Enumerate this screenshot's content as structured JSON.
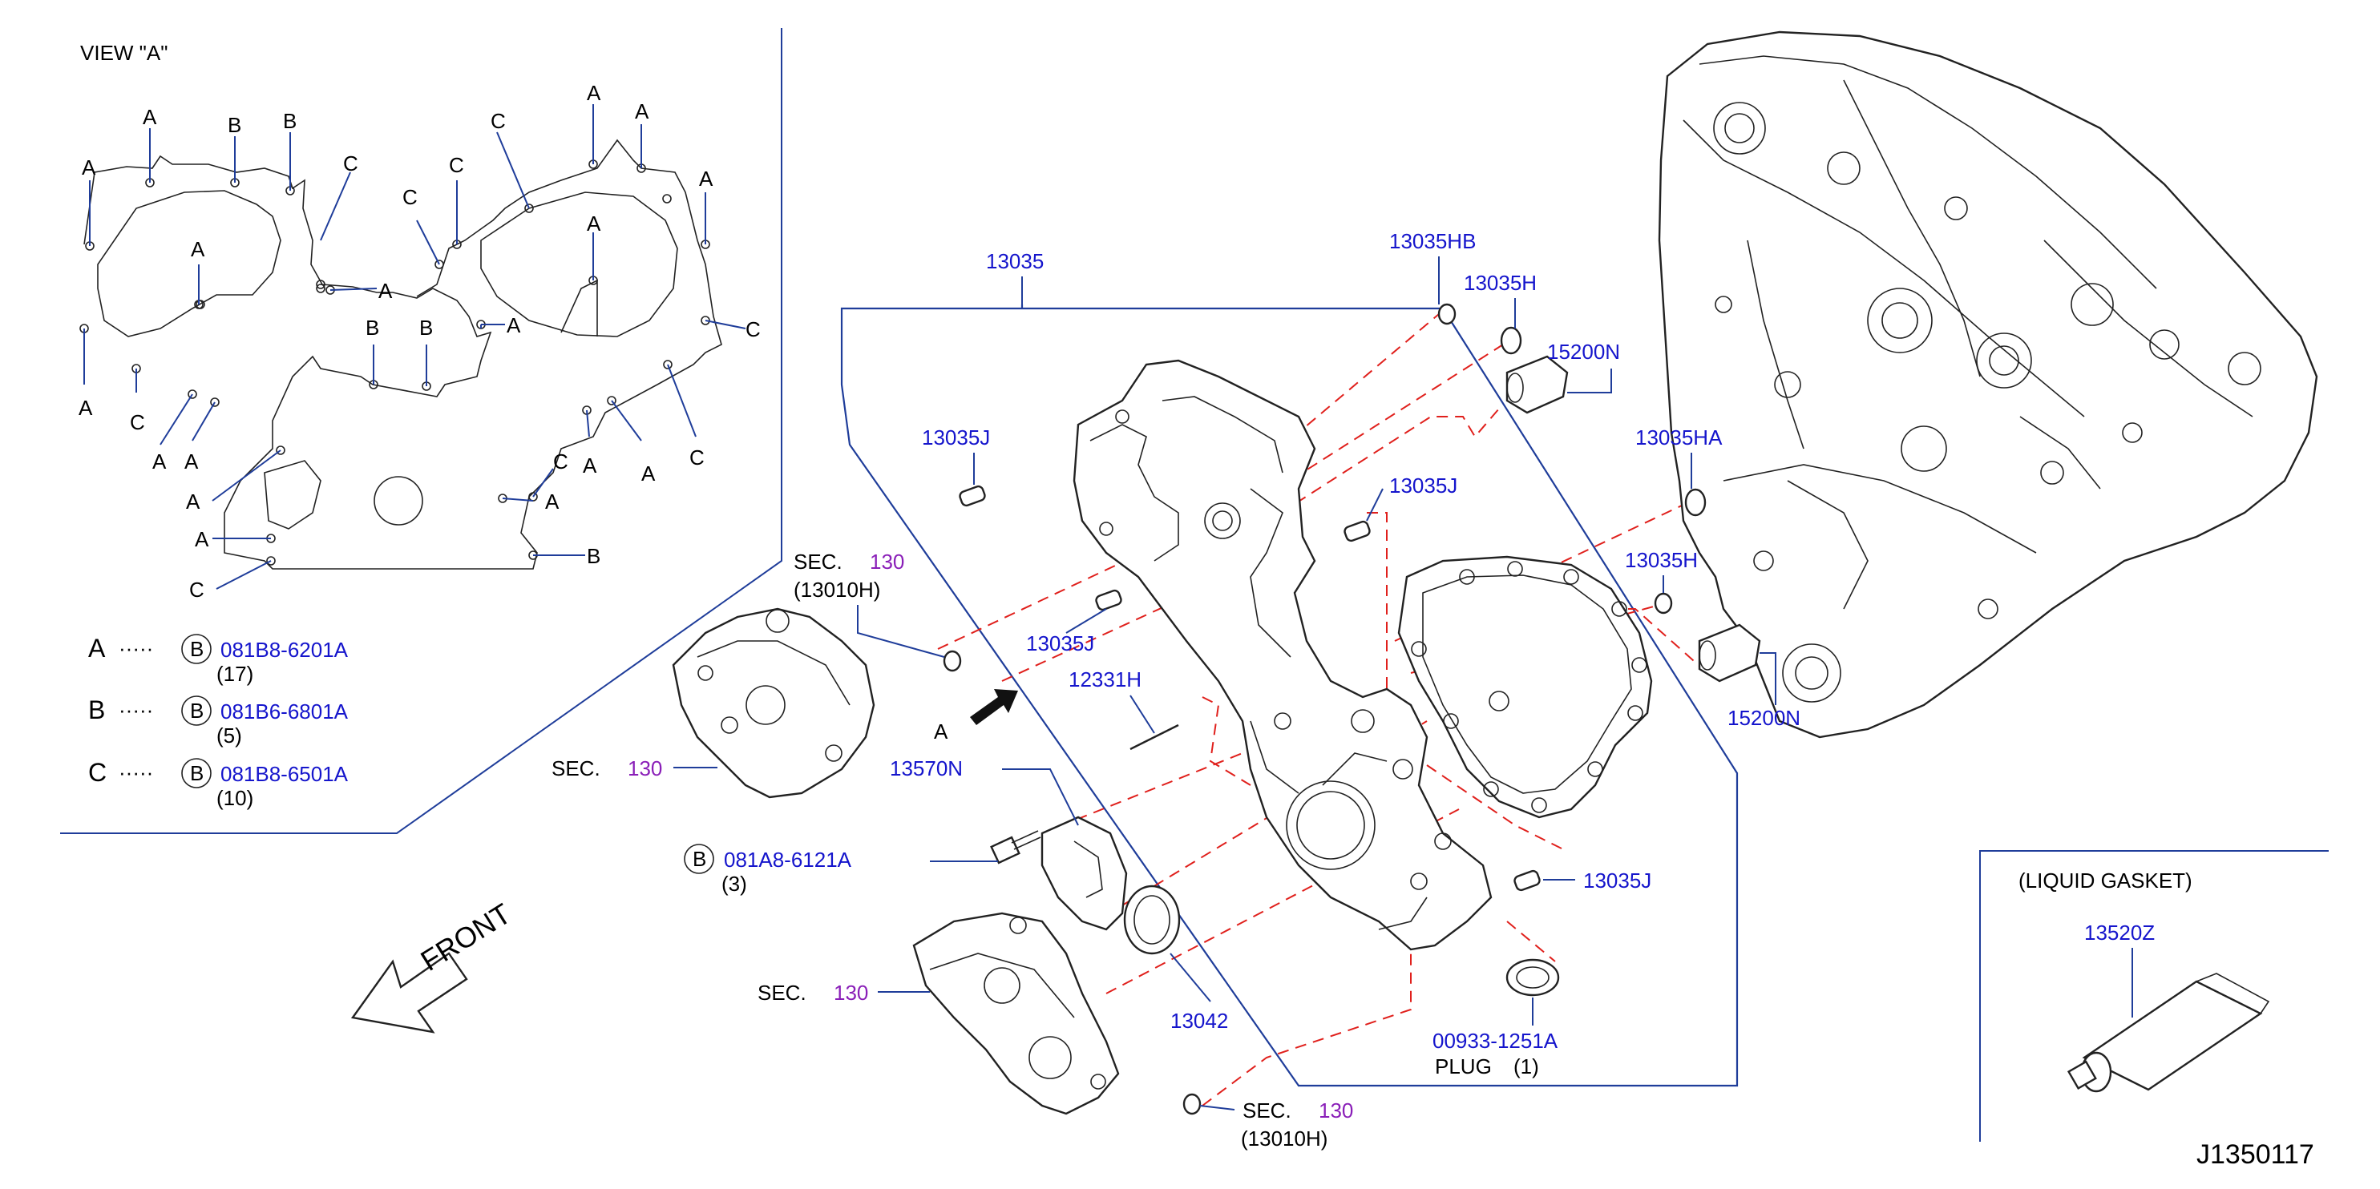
{
  "view_title": "VIEW \"A\"",
  "view_markers": [
    "A",
    "A",
    "B",
    "B",
    "C",
    "A",
    "C",
    "A",
    "C",
    "C",
    "A",
    "A",
    "A",
    "B",
    "B",
    "A",
    "C",
    "A",
    "A",
    "A",
    "A",
    "A",
    "C",
    "C",
    "A",
    "A",
    "A",
    "C",
    "B",
    "A",
    "C"
  ],
  "legend": [
    {
      "letter": "A",
      "dots": "·····",
      "circle": "B",
      "part": "081B8-6201A",
      "qty": "(17)"
    },
    {
      "letter": "B",
      "dots": "·····",
      "circle": "B",
      "part": "081B6-6801A",
      "qty": "(5)"
    },
    {
      "letter": "C",
      "dots": "·····",
      "circle": "B",
      "part": "081B8-6501A",
      "qty": "(10)"
    }
  ],
  "labels": {
    "p13035": "13035",
    "p13035HB": "13035HB",
    "p13035H_top": "13035H",
    "p15200N_top": "15200N",
    "p13035J_left": "13035J",
    "p13035J_mid": "13035J",
    "p13035HA": "13035HA",
    "p13035H_right": "13035H",
    "p13035J_low": "13035J",
    "p12331H": "12331H",
    "p15200N_right": "15200N",
    "p13570N": "13570N",
    "p081A8": "081A8-6121A",
    "p081A8_qty": "(3)",
    "p081A8_circle": "B",
    "p13035J_right": "13035J",
    "p13042": "13042",
    "p00933": "00933-1251A",
    "plug": "PLUG",
    "plug_qty": "(1)",
    "view_arrow": "A",
    "front": "FRONT"
  },
  "sec_refs": [
    {
      "sec": "SEC.",
      "num": "130",
      "sub": "(13010H)"
    },
    {
      "sec": "SEC.",
      "num": "130",
      "sub": ""
    },
    {
      "sec": "SEC.",
      "num": "130",
      "sub": ""
    },
    {
      "sec": "SEC.",
      "num": "130",
      "sub": "(13010H)"
    }
  ],
  "liquid_gasket": {
    "title": "(LIQUID   GASKET)",
    "part": "13520Z"
  },
  "diagram_ref": "J1350117",
  "colors": {
    "part_number": "#1515cc",
    "section_number": "#8a1fb8",
    "leader": "#1f3d9a",
    "phantom": "#e0201c",
    "line": "#222222"
  }
}
